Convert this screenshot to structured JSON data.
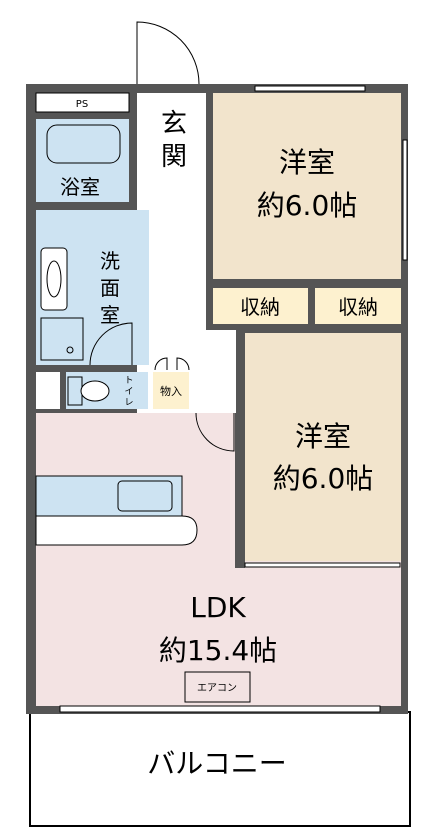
{
  "colors": {
    "wall": "#555555",
    "outline": "#000000",
    "western_room": "#f2e4cc",
    "ldk": "#f3e3e3",
    "wet_area": "#cde3f2",
    "storage": "#fdf1cf",
    "balcony": "#ffffff"
  },
  "rooms": {
    "ps": "PS",
    "genkan": "玄関",
    "bath": "浴室",
    "washroom": "洗面室",
    "toilet": "トイレ",
    "storage_small": "物入",
    "room1_name": "洋室",
    "room1_size": "約6.0帖",
    "closet1": "収納",
    "closet2": "収納",
    "room2_name": "洋室",
    "room2_size": "約6.0帖",
    "ldk_name": "LDK",
    "ldk_size": "約15.4帖",
    "aircon": "エアコン",
    "balcony": "バルコニー"
  }
}
